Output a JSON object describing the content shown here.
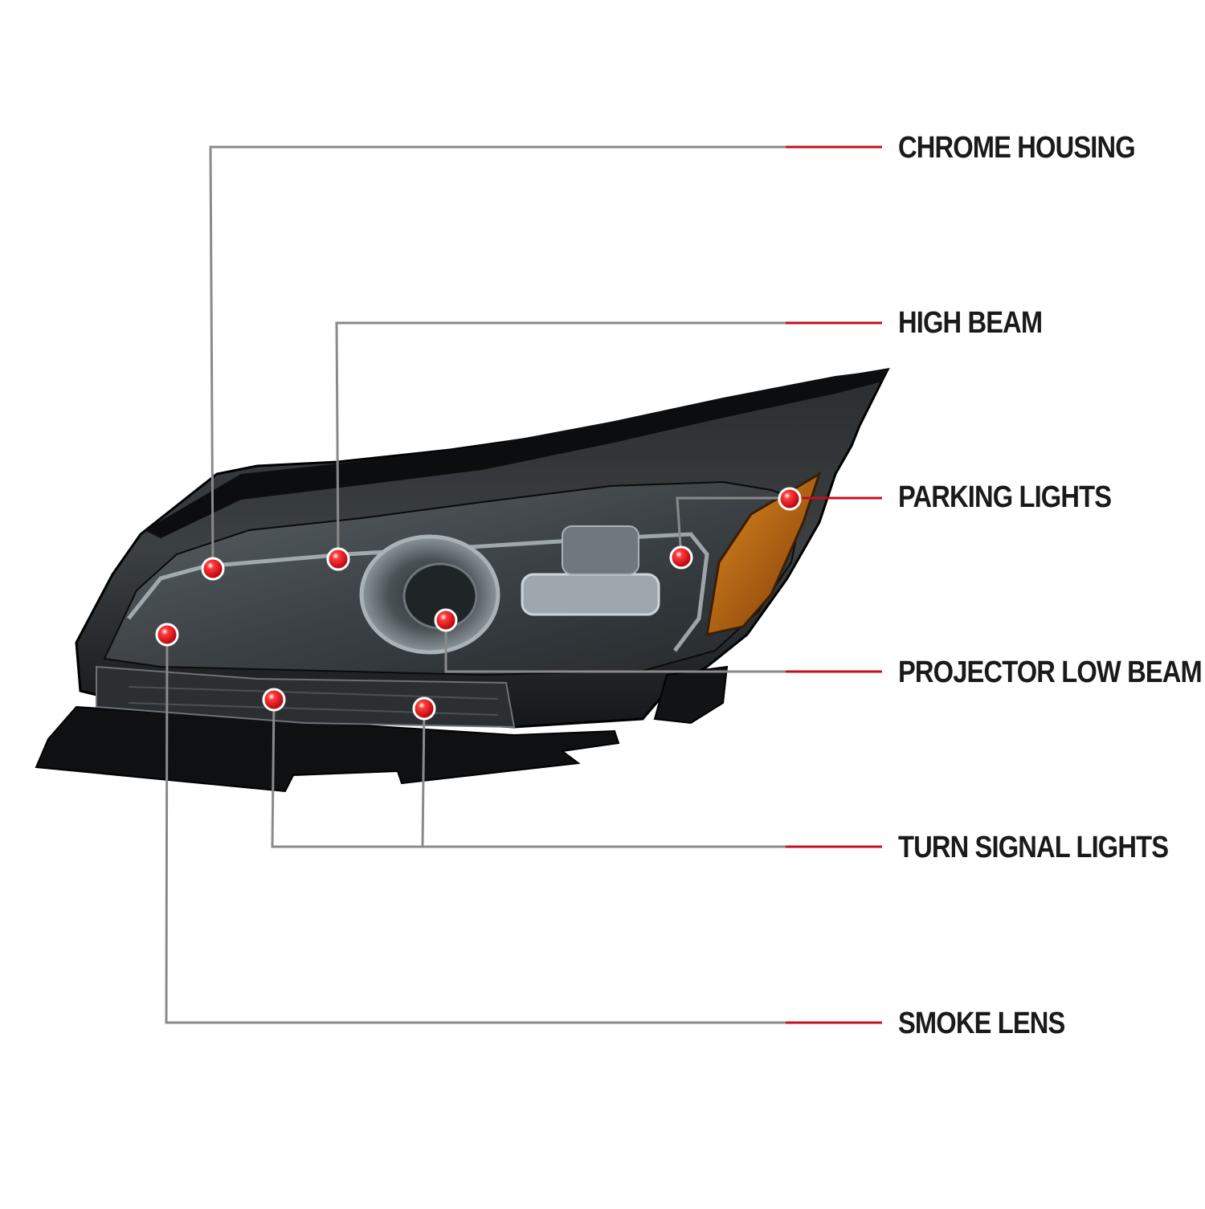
{
  "callouts": [
    {
      "id": "chrome-housing",
      "label": "CHROME HOUSING"
    },
    {
      "id": "high-beam",
      "label": "HIGH BEAM"
    },
    {
      "id": "parking-lights",
      "label": "PARKING LIGHTS"
    },
    {
      "id": "projector-low-beam",
      "label": "PROJECTOR LOW BEAM"
    },
    {
      "id": "turn-signal-lights",
      "label": "TURN SIGNAL LIGHTS"
    },
    {
      "id": "smoke-lens",
      "label": "SMOKE LENS"
    }
  ],
  "colors": {
    "leader_start": "#8a8a8a",
    "leader_end": "#c0121b",
    "marker": "#d4101a",
    "headlight_body": "#1b1d1f",
    "amber": "#c7670e",
    "chrome": "#9aa3aa"
  }
}
